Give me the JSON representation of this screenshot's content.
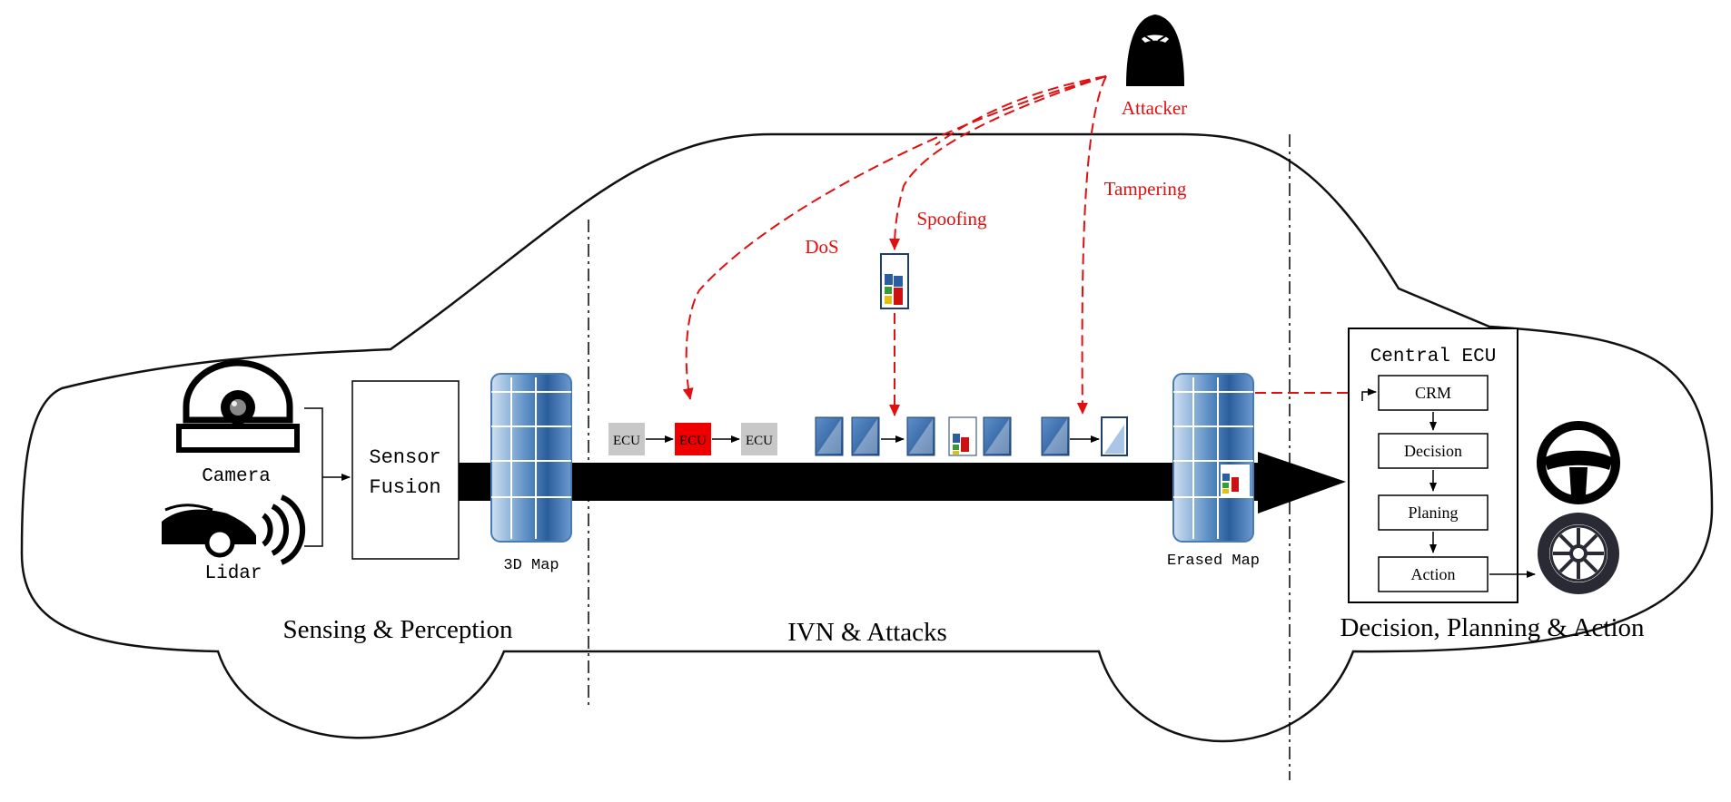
{
  "colors": {
    "attack": "#e01010",
    "bus": "#000000",
    "block_blue": "#2f64a8",
    "ecu_gray": "#c8c8c8",
    "ecu_attacked": "#ee0000"
  },
  "sections": {
    "sensing": "Sensing & Perception",
    "ivn": "IVN & Attacks",
    "decision": "Decision, Planning & Action"
  },
  "sensing": {
    "camera_label": "Camera",
    "lidar_label": "Lidar",
    "fusion_line1": "Sensor",
    "fusion_line2": "Fusion",
    "map_label": "3D Map"
  },
  "attacker": {
    "label": "Attacker",
    "icon": "hooded-attacker-icon",
    "attacks": {
      "dos": "DoS",
      "spoofing": "Spoofing",
      "tampering": "Tampering"
    }
  },
  "ecus": [
    "ECU",
    "ECU",
    "ECU"
  ],
  "erased_map_label": "Erased Map",
  "central_ecu": {
    "title": "Central ECU",
    "steps": [
      "CRM",
      "Decision",
      "Planing",
      "Action"
    ]
  },
  "outputs": {
    "steering_icon": "steering-wheel-icon",
    "wheel_icon": "wheel-icon"
  }
}
